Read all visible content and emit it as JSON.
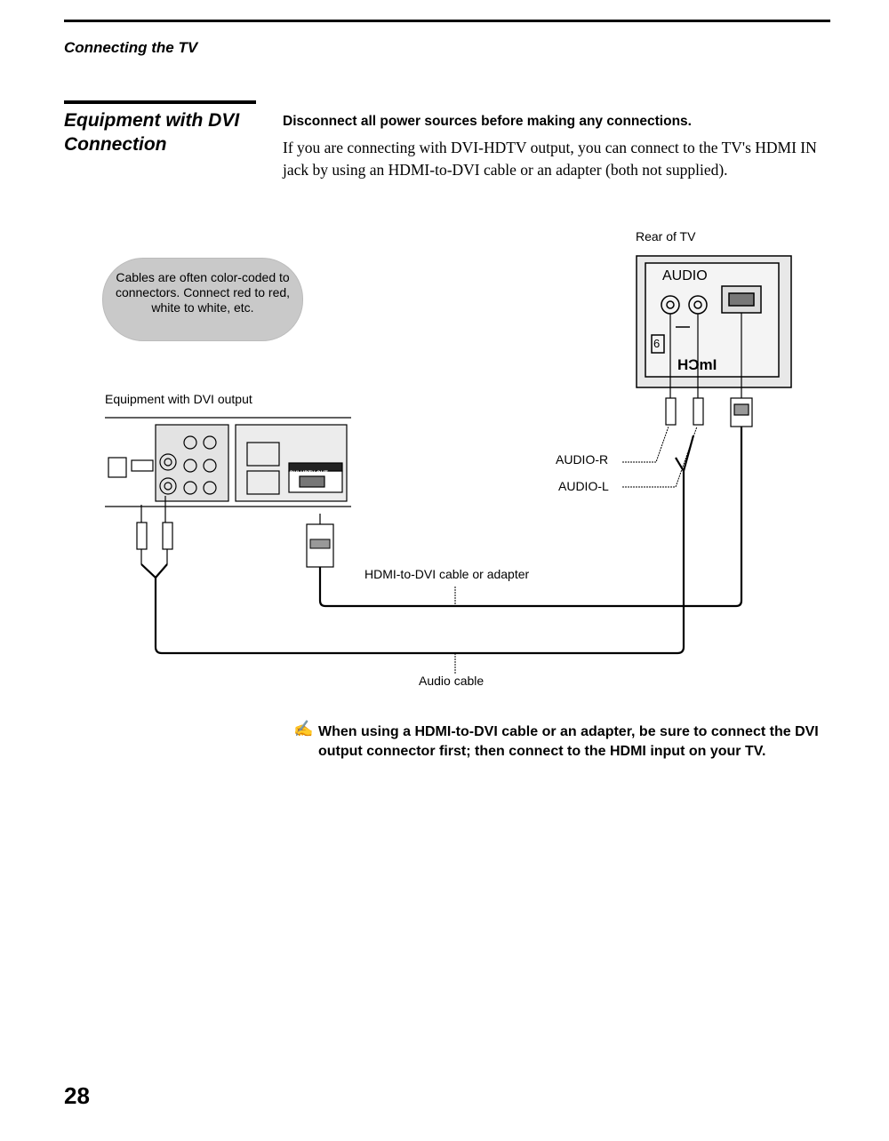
{
  "header": {
    "section": "Connecting the TV"
  },
  "section": {
    "title": "Equipment with DVI Connection",
    "warning": "Disconnect all power sources before making any connections.",
    "body": "If you are connecting with DVI-HDTV output, you can connect to the TV's HDMI IN jack by using an HDMI-to-DVI cable or an adapter (both not supplied)."
  },
  "diagram": {
    "callout": "Cables are often color-coded to connectors. Connect red to red, white to white, etc.",
    "equipment_label": "Equipment with DVI output",
    "rear_label": "Rear of TV",
    "audio_panel_label": "AUDIO",
    "hdmi_label": "HƆmI",
    "panel_number": "6",
    "audio_r": "AUDIO-R",
    "audio_l": "AUDIO-L",
    "dvi_cable_label": "HDMI-to-DVI cable or adapter",
    "audio_cable_label": "Audio cable",
    "dvi_out_label": "DVI-HDTV OUT"
  },
  "note": {
    "text": "When using a HDMI-to-DVI cable or an adapter, be sure to connect the DVI output connector first; then connect to the HDMI input on your TV."
  },
  "footer": {
    "page_number": "28"
  }
}
